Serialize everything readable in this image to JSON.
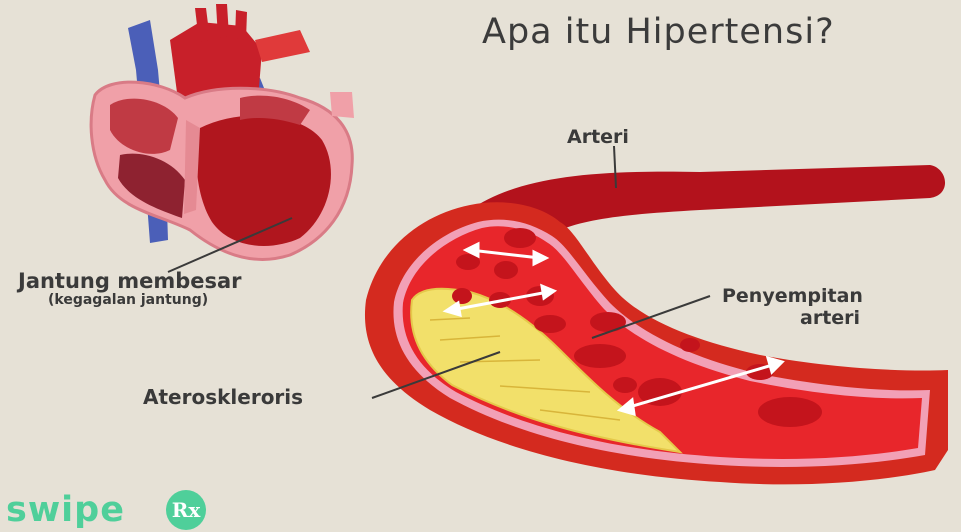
{
  "title": "Apa itu Hipertensi?",
  "labels": {
    "artery": "Arteri",
    "enlarged_heart": "Jantung membesar",
    "enlarged_heart_note": "(kegagalan jantung)",
    "narrowing_line1": "Penyempitan",
    "narrowing_line2": "arteri",
    "atherosclerosis": "Ateroskleroris"
  },
  "brand": {
    "name": "swipe",
    "badge": "Rx",
    "color": "#4fcf9a"
  },
  "colors": {
    "background": "#e6e1d6",
    "artery_wall": "#b3121c",
    "blood": "#e8262b",
    "blood_cell": "#c4141c",
    "plaque": "#f2e06a",
    "vein": "#4b5fb8",
    "heart_outline": "#f0a0a8",
    "heart_muscle": "#a81520"
  }
}
